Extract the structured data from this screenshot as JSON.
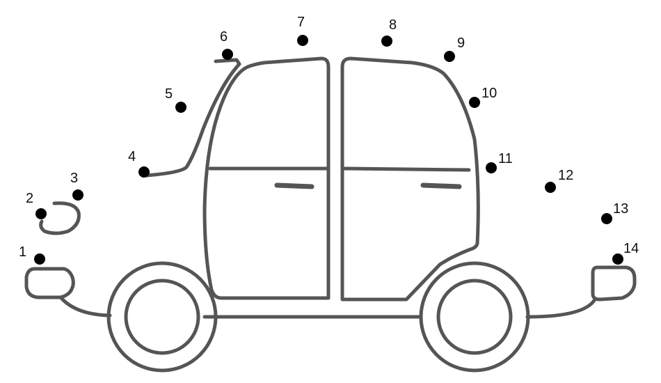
{
  "colors": {
    "outline": "#555555",
    "dot": "#000000",
    "label": "#111111"
  },
  "dots": [
    {
      "label": "1"
    },
    {
      "label": "2"
    },
    {
      "label": "3"
    },
    {
      "label": "4"
    },
    {
      "label": "5"
    },
    {
      "label": "6"
    },
    {
      "label": "7"
    },
    {
      "label": "8"
    },
    {
      "label": "9"
    },
    {
      "label": "10"
    },
    {
      "label": "11"
    },
    {
      "label": "12"
    },
    {
      "label": "13"
    },
    {
      "label": "14"
    }
  ]
}
